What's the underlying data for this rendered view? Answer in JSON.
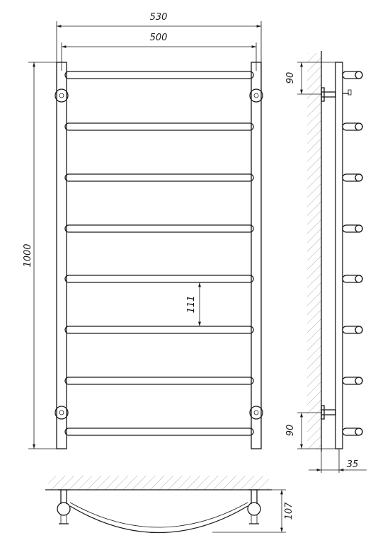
{
  "dimensions": {
    "overall_width": "530",
    "axis_width": "500",
    "overall_height": "1000",
    "bar_spacing": "111",
    "top_offset": "90",
    "bottom_offset": "90",
    "wall_depth": "35",
    "arc_depth": "107"
  },
  "front_view": {
    "bar_count": 8
  },
  "side_view": {
    "peg_count": 8
  },
  "colors": {
    "line": "#1a1a1a",
    "hatch": "#8a8a8a",
    "background": "#ffffff"
  }
}
